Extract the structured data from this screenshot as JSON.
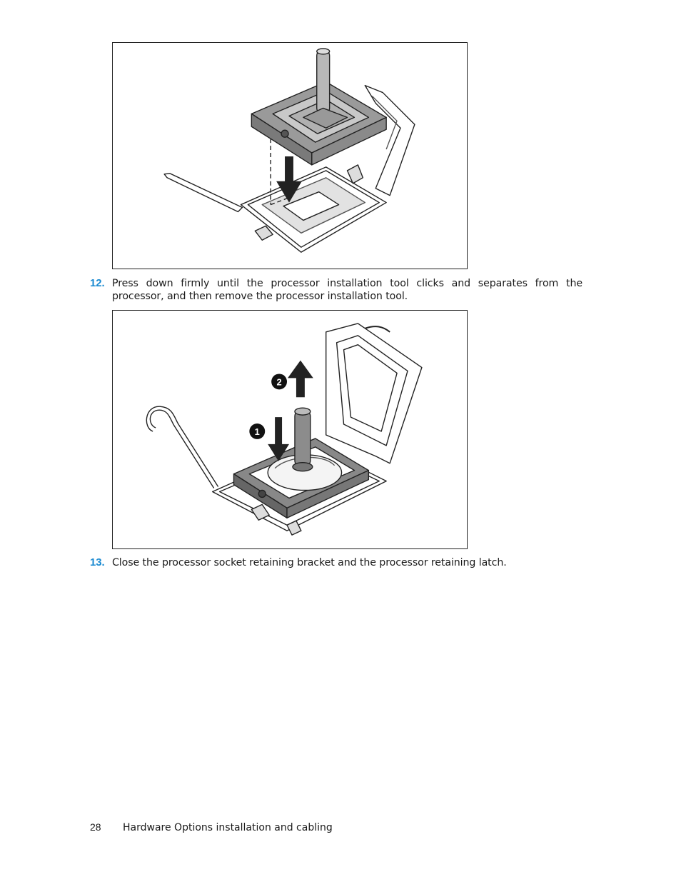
{
  "steps": [
    {
      "number": "12.",
      "text": "Press down firmly until the processor installation tool clicks and separates from the processor, and then remove the processor installation tool."
    },
    {
      "number": "13.",
      "text": "Close the processor socket retaining bracket and the processor retaining latch."
    }
  ],
  "figure2": {
    "callout_1": "1",
    "callout_2": "2"
  },
  "footer": {
    "page_number": "28",
    "section_title": "Hardware Options installation and cabling"
  }
}
